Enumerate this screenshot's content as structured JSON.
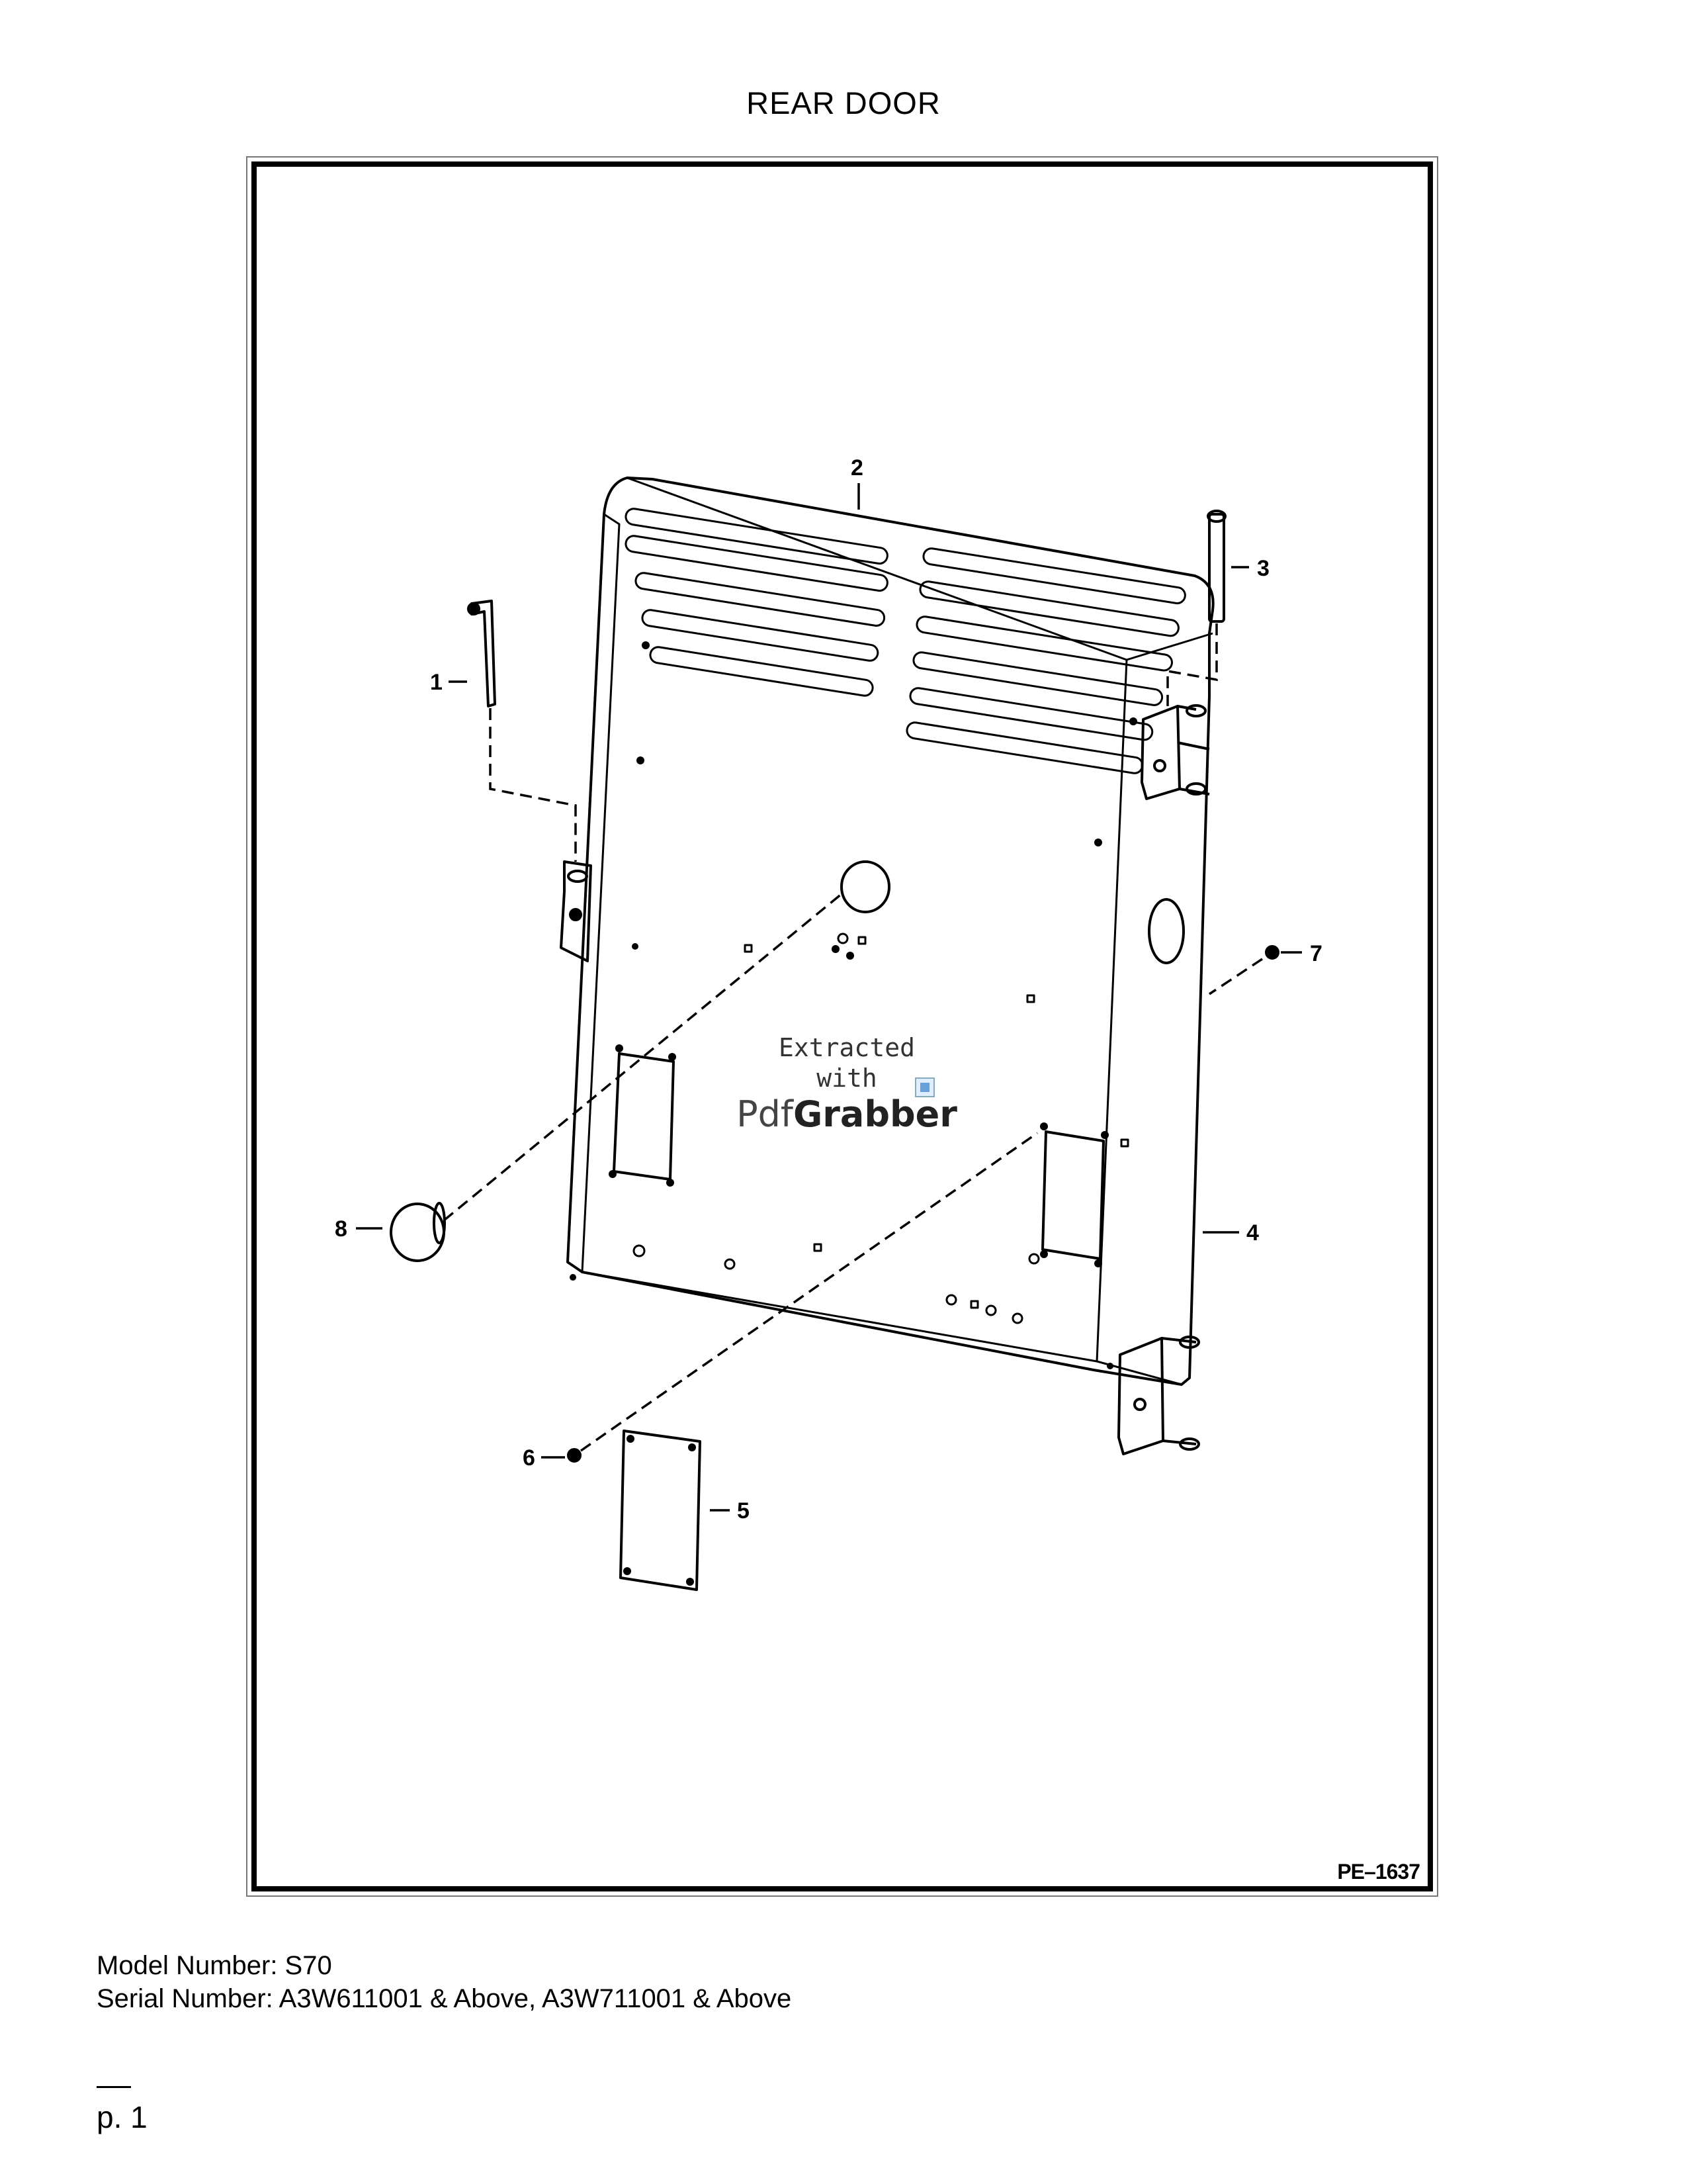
{
  "document": {
    "title": "REAR DOOR",
    "figure_code": "PE–1637"
  },
  "callouts": [
    {
      "label": "1"
    },
    {
      "label": "2"
    },
    {
      "label": "3"
    },
    {
      "label": "4"
    },
    {
      "label": "5"
    },
    {
      "label": "6"
    },
    {
      "label": "7"
    },
    {
      "label": "8"
    }
  ],
  "watermark": {
    "line1": "Extracted",
    "line2": "with",
    "brand_light": "Pdf",
    "brand_bold": "Grabber"
  },
  "footer": {
    "model": "Model Number: S70",
    "serial": "Serial Number: A3W611001 & Above, A3W711001 & Above",
    "page": "p. 1"
  }
}
